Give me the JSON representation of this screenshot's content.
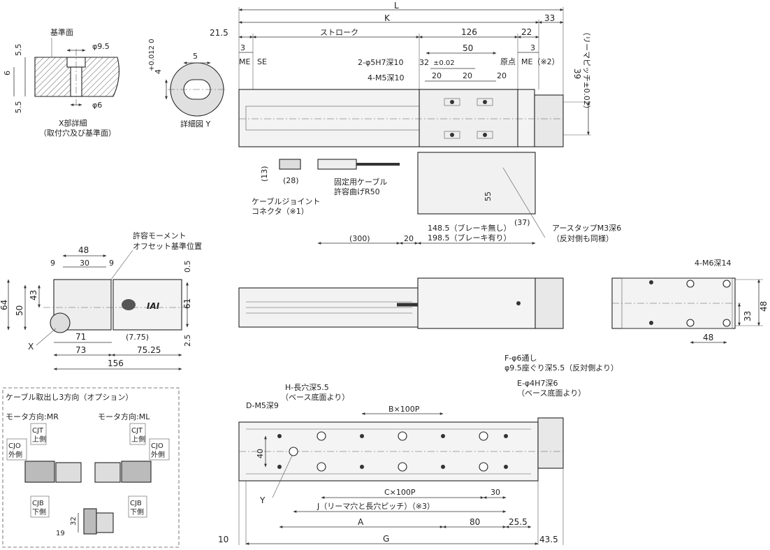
{
  "detail_x": {
    "datum_face": "基準面",
    "phi_9_5": "φ9.5",
    "phi_6": "φ6",
    "d_5_5_top": "5.5",
    "d_6": "6",
    "d_5_5_bottom": "5.5",
    "caption_1": "X部詳細",
    "caption_2": "（取付穴及び基準面）"
  },
  "detail_y": {
    "d_5": "5",
    "d_4": "4",
    "tol": "+0.012 0",
    "caption": "詳細図 Y"
  },
  "top_view": {
    "L": "L",
    "K": "K",
    "d_33": "33",
    "d_21_5": "21.5",
    "stroke": "ストローク",
    "d_126": "126",
    "d_22": "22",
    "d_3_left": "3",
    "d_3_right": "3",
    "me_left": "ME",
    "se": "SE",
    "me_right": "ME（※2）",
    "origin": "原点",
    "hole_pin": "2-φ5H7深10",
    "hole_tap": "4-M5深10",
    "d_32": "32",
    "d_32_tol": "±0.02",
    "d_50": "50",
    "d_20_a": "20",
    "d_20_b": "20",
    "d_20_c": "20",
    "d_39": "39",
    "ream_pitch": "（リーマピッチ±0.02）",
    "d_13": "(13)",
    "d_28": "(28)",
    "cable_fix_1": "固定用ケーブル",
    "cable_fix_2": "許容曲げR50",
    "connector_1": "ケーブルジョイント",
    "connector_2": "コネクタ（※1）",
    "d_55": "55",
    "d_300": "(300)",
    "d_20_bottom": "20",
    "d_148_5": "148.5（ブレーキ無し）",
    "d_198_5": "198.5（ブレーキ有り）",
    "d_37": "(37)",
    "earth_1": "アースタップM3深6",
    "earth_2": "（反対側も同様）"
  },
  "end_view": {
    "moment_1": "許容モーメント",
    "moment_2": "オフセット基準位置",
    "d_48": "48",
    "d_9_a": "9",
    "d_30": "30",
    "d_9_b": "9",
    "d_0_5": "0.5",
    "d_64": "64",
    "d_50": "50",
    "d_43": "43",
    "d_61": "61",
    "d_2_5": "2.5",
    "d_71": "71",
    "d_7_75": "(7.75)",
    "d_73": "73",
    "d_75_25": "75.25",
    "d_156": "156",
    "x_label": "X",
    "logo": "IAI"
  },
  "motor_end_view": {
    "tap": "4-M6深14",
    "d_48_side": "48",
    "d_33": "33",
    "d_48_bottom": "48"
  },
  "bottom_view": {
    "f_hole_1": "F-φ6通し",
    "f_hole_2": "φ9.5座ぐり深5.5（反対側より）",
    "h_slot_1": "H-長穴深5.5",
    "h_slot_2": "（ベース底面より）",
    "e_hole_1": "E-φ4H7深6",
    "e_hole_2": "（ベース底面より）",
    "d_tap": "D-M5深9",
    "b_pitch": "B×100P",
    "d_40": "40",
    "y_label": "Y",
    "c_pitch": "C×100P",
    "d_30": "30",
    "j_pitch": "J（リーマ穴と長穴ピッチ）（※3）",
    "A": "A",
    "d_80": "80",
    "d_25_5": "25.5",
    "d_10": "10",
    "G": "G",
    "d_43_5": "43.5"
  },
  "cable_option": {
    "title": "ケーブル取出し3方向（オプション）",
    "mr": "モータ方向:MR",
    "ml": "モータ方向:ML",
    "cjt_1": "CJT",
    "cjt_2": "上側",
    "cjo_1": "CJO",
    "cjo_2": "外側",
    "cjb_1": "CJB",
    "cjb_2": "下側",
    "d_32": "32",
    "d_19": "19"
  }
}
